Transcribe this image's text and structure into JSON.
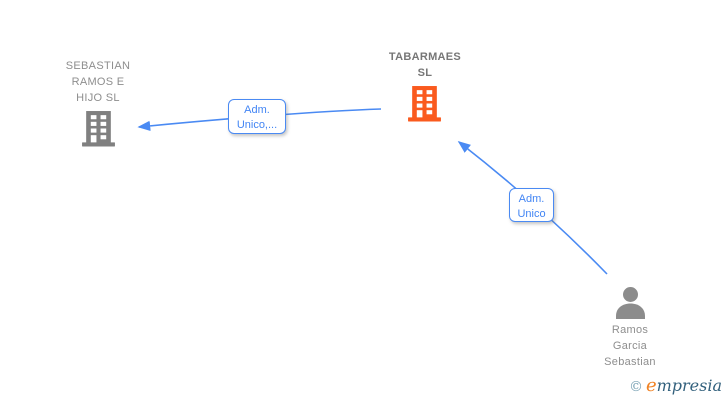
{
  "diagram": {
    "background": "#ffffff",
    "nodes": {
      "company_secondary": {
        "name": "SEBASTIAN RAMOS E HIJO SL",
        "lines": [
          "SEBASTIAN",
          "RAMOS E",
          "HIJO SL"
        ],
        "icon": "building-icon",
        "icon_color": "#808080"
      },
      "company_main": {
        "name": "TABARMAES SL",
        "lines": [
          "TABARMAES",
          "SL"
        ],
        "icon": "building-icon",
        "icon_color": "#fa5a1e"
      },
      "person": {
        "name": "Ramos Garcia Sebastian",
        "lines": [
          "Ramos",
          "Garcia",
          "Sebastian"
        ],
        "icon": "person-icon",
        "icon_color": "#8c8c8c"
      }
    },
    "edges": [
      {
        "from": "TABARMAES SL",
        "to": "SEBASTIAN RAMOS E HIJO SL",
        "label": "Adm. Unico,...",
        "label_lines": [
          "Adm.",
          "Unico,..."
        ]
      },
      {
        "from": "Ramos Garcia Sebastian",
        "to": "TABARMAES SL",
        "label": "Adm. Unico",
        "label_lines": [
          "Adm.",
          "Unico"
        ]
      }
    ],
    "colors": {
      "edge": "#4a8af3",
      "edge_label_text": "#4285f4",
      "company_gray": "#808080",
      "company_orange": "#fa5a1e",
      "person_gray": "#8c8c8c",
      "node_text": "#8e8e8e",
      "node_title_bold": "#767676"
    },
    "watermark": {
      "copyright_symbol": "©",
      "brand_first_letter": "e",
      "brand_rest": "mpresia",
      "symbol_color": "#7aa3b5",
      "letter_color": "#f08326",
      "text_color": "#33617d"
    }
  }
}
